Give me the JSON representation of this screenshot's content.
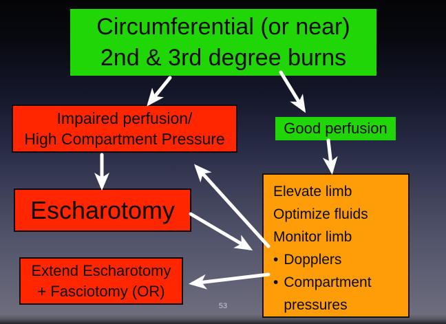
{
  "slide": {
    "page_number": "53",
    "colors": {
      "green": "#21d606",
      "red": "#ff2600",
      "orange": "#ff9d08",
      "arrow": "#ffffff",
      "background_top": "#050507",
      "background_bottom": "#6d6d7e"
    },
    "boxes": {
      "circumferential": {
        "lines": [
          "Circumferential (or near)",
          "2nd & 3rd degree burns"
        ]
      },
      "impaired": {
        "lines": [
          "Impaired perfusion/",
          "High Compartment Pressure"
        ]
      },
      "good_perfusion": {
        "label": "Good perfusion"
      },
      "escharotomy": {
        "label": "Escharotomy"
      },
      "management": {
        "lines": [
          "Elevate limb",
          "Optimize fluids",
          "Monitor limb"
        ],
        "bullet_char": "•",
        "bullets": [
          "Dopplers",
          "Compartment pressures"
        ]
      },
      "extend": {
        "lines": [
          "Extend Escharotomy",
          "+ Fasciotomy (OR)"
        ]
      }
    },
    "arrows": [
      {
        "from": "circumferential",
        "to": "impaired"
      },
      {
        "from": "circumferential",
        "to": "good_perfusion"
      },
      {
        "from": "impaired",
        "to": "escharotomy"
      },
      {
        "from": "good_perfusion",
        "to": "management"
      },
      {
        "from": "management",
        "to": "impaired"
      },
      {
        "from": "escharotomy",
        "to": "management"
      },
      {
        "from": "management",
        "to": "extend"
      }
    ]
  }
}
